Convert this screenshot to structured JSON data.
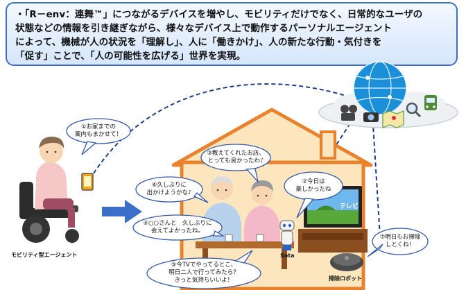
{
  "banner": {
    "lines": [
      "・「R－env：連舞™」につながるデバイスを増やし、モビリティだけでなく、日常的なユーザの",
      "状態などの情報を引き継ぎながら、様々なデバイス上で動作するパーソナルエージェント",
      "によって、機械が人の状況を「理解し」、人に「働きかけ」、人の新たな行動・気付きを",
      "「促す」ことで、「人の可能性を広げる」世界を実現。"
    ]
  },
  "labels": {
    "mobility": "モビリティ型エージェント",
    "tv": "テレビ",
    "sota": "Sota",
    "robot": "掃除ロボット"
  },
  "bubbles": [
    {
      "id": "1",
      "line1": "①お家までの",
      "line2": "案内もまかせて！"
    },
    {
      "id": "2",
      "line1": "②今日は",
      "line2": "楽しかったね"
    },
    {
      "id": "3",
      "line1": "③教えてくれたお店、",
      "line2": "とっても良かったわ♪"
    },
    {
      "id": "4",
      "line1": "④○○さんと　久しぶりに",
      "line2": "会えてよかったね。"
    },
    {
      "id": "5",
      "line1": "⑤今TVでやってるとこ、",
      "line2": "明日二人で行ってみたら？",
      "line3": "きっと気持ちいいよ！"
    },
    {
      "id": "6",
      "line1": "⑥久しぶりに",
      "line2": "出かけようかな♪"
    },
    {
      "id": "7",
      "line1": "⑦明日もお掃除",
      "line2": "しとくね！"
    }
  ],
  "colors": {
    "banner_border": "#3a6fc4",
    "house_wall": "#fde6bd",
    "house_outline": "#e8822c",
    "arrow": "#3b6fc9",
    "dashed": "#1f3e8a",
    "bubble_border": "#3359a8"
  },
  "icons": [
    "cloud-icon",
    "globe-icon",
    "film-icon",
    "camera-icon",
    "map-icon",
    "search-icon",
    "train-icon",
    "smartphone-icon",
    "wheelchair-icon",
    "tv-icon",
    "robot-icon",
    "cleaning-robot-icon"
  ]
}
